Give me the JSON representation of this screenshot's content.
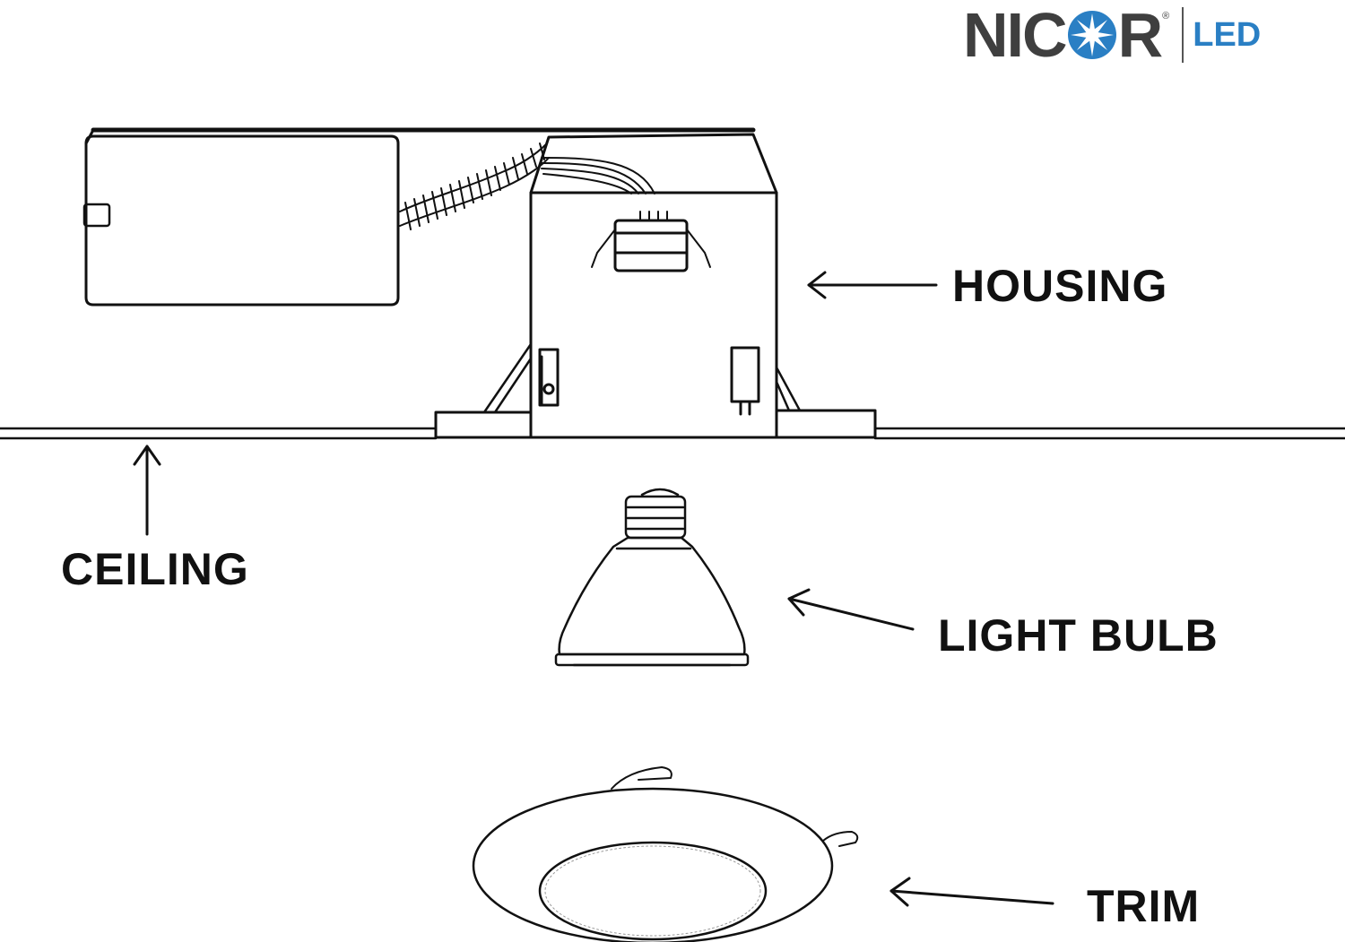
{
  "logo": {
    "word_left": "NIC",
    "word_right": "R",
    "registered": "®",
    "suffix": "LED",
    "icon": "starburst-icon"
  },
  "labels": {
    "housing": "HOUSING",
    "ceiling": "CEILING",
    "light_bulb": "LIGHT BULB",
    "trim": "TRIM"
  },
  "colors": {
    "line": "#111111",
    "logo_gray": "#3f3f3f",
    "logo_blue": "#2a7fc4"
  }
}
